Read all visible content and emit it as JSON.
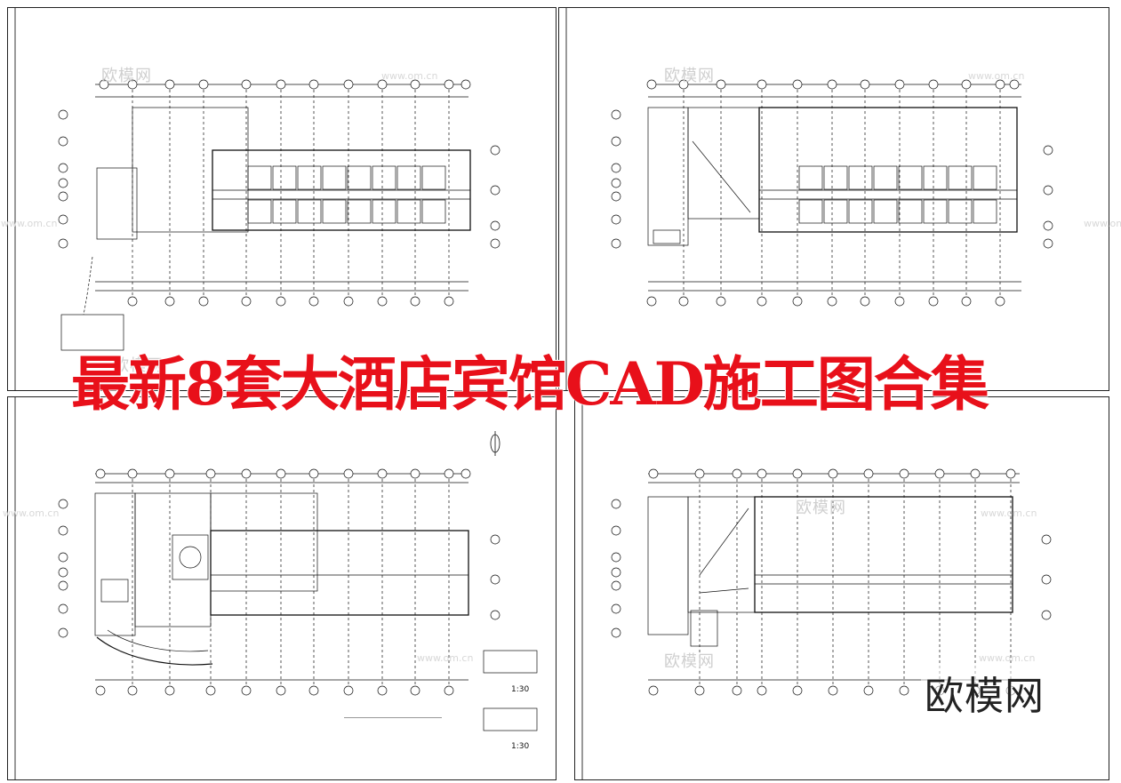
{
  "headline": "最新8套大酒店宾馆CAD施工图合集",
  "brand_logo": "欧模网",
  "watermarks": {
    "logo_text": "欧模网",
    "url_text": "www.om.cn"
  },
  "details": {
    "scale_a": "1:30",
    "scale_b": "1:30"
  },
  "colors": {
    "headline": "#e8101a",
    "line": "#111111",
    "watermark": "#cfcfcf"
  },
  "icons": {
    "north_arrow": "north-arrow-icon"
  }
}
